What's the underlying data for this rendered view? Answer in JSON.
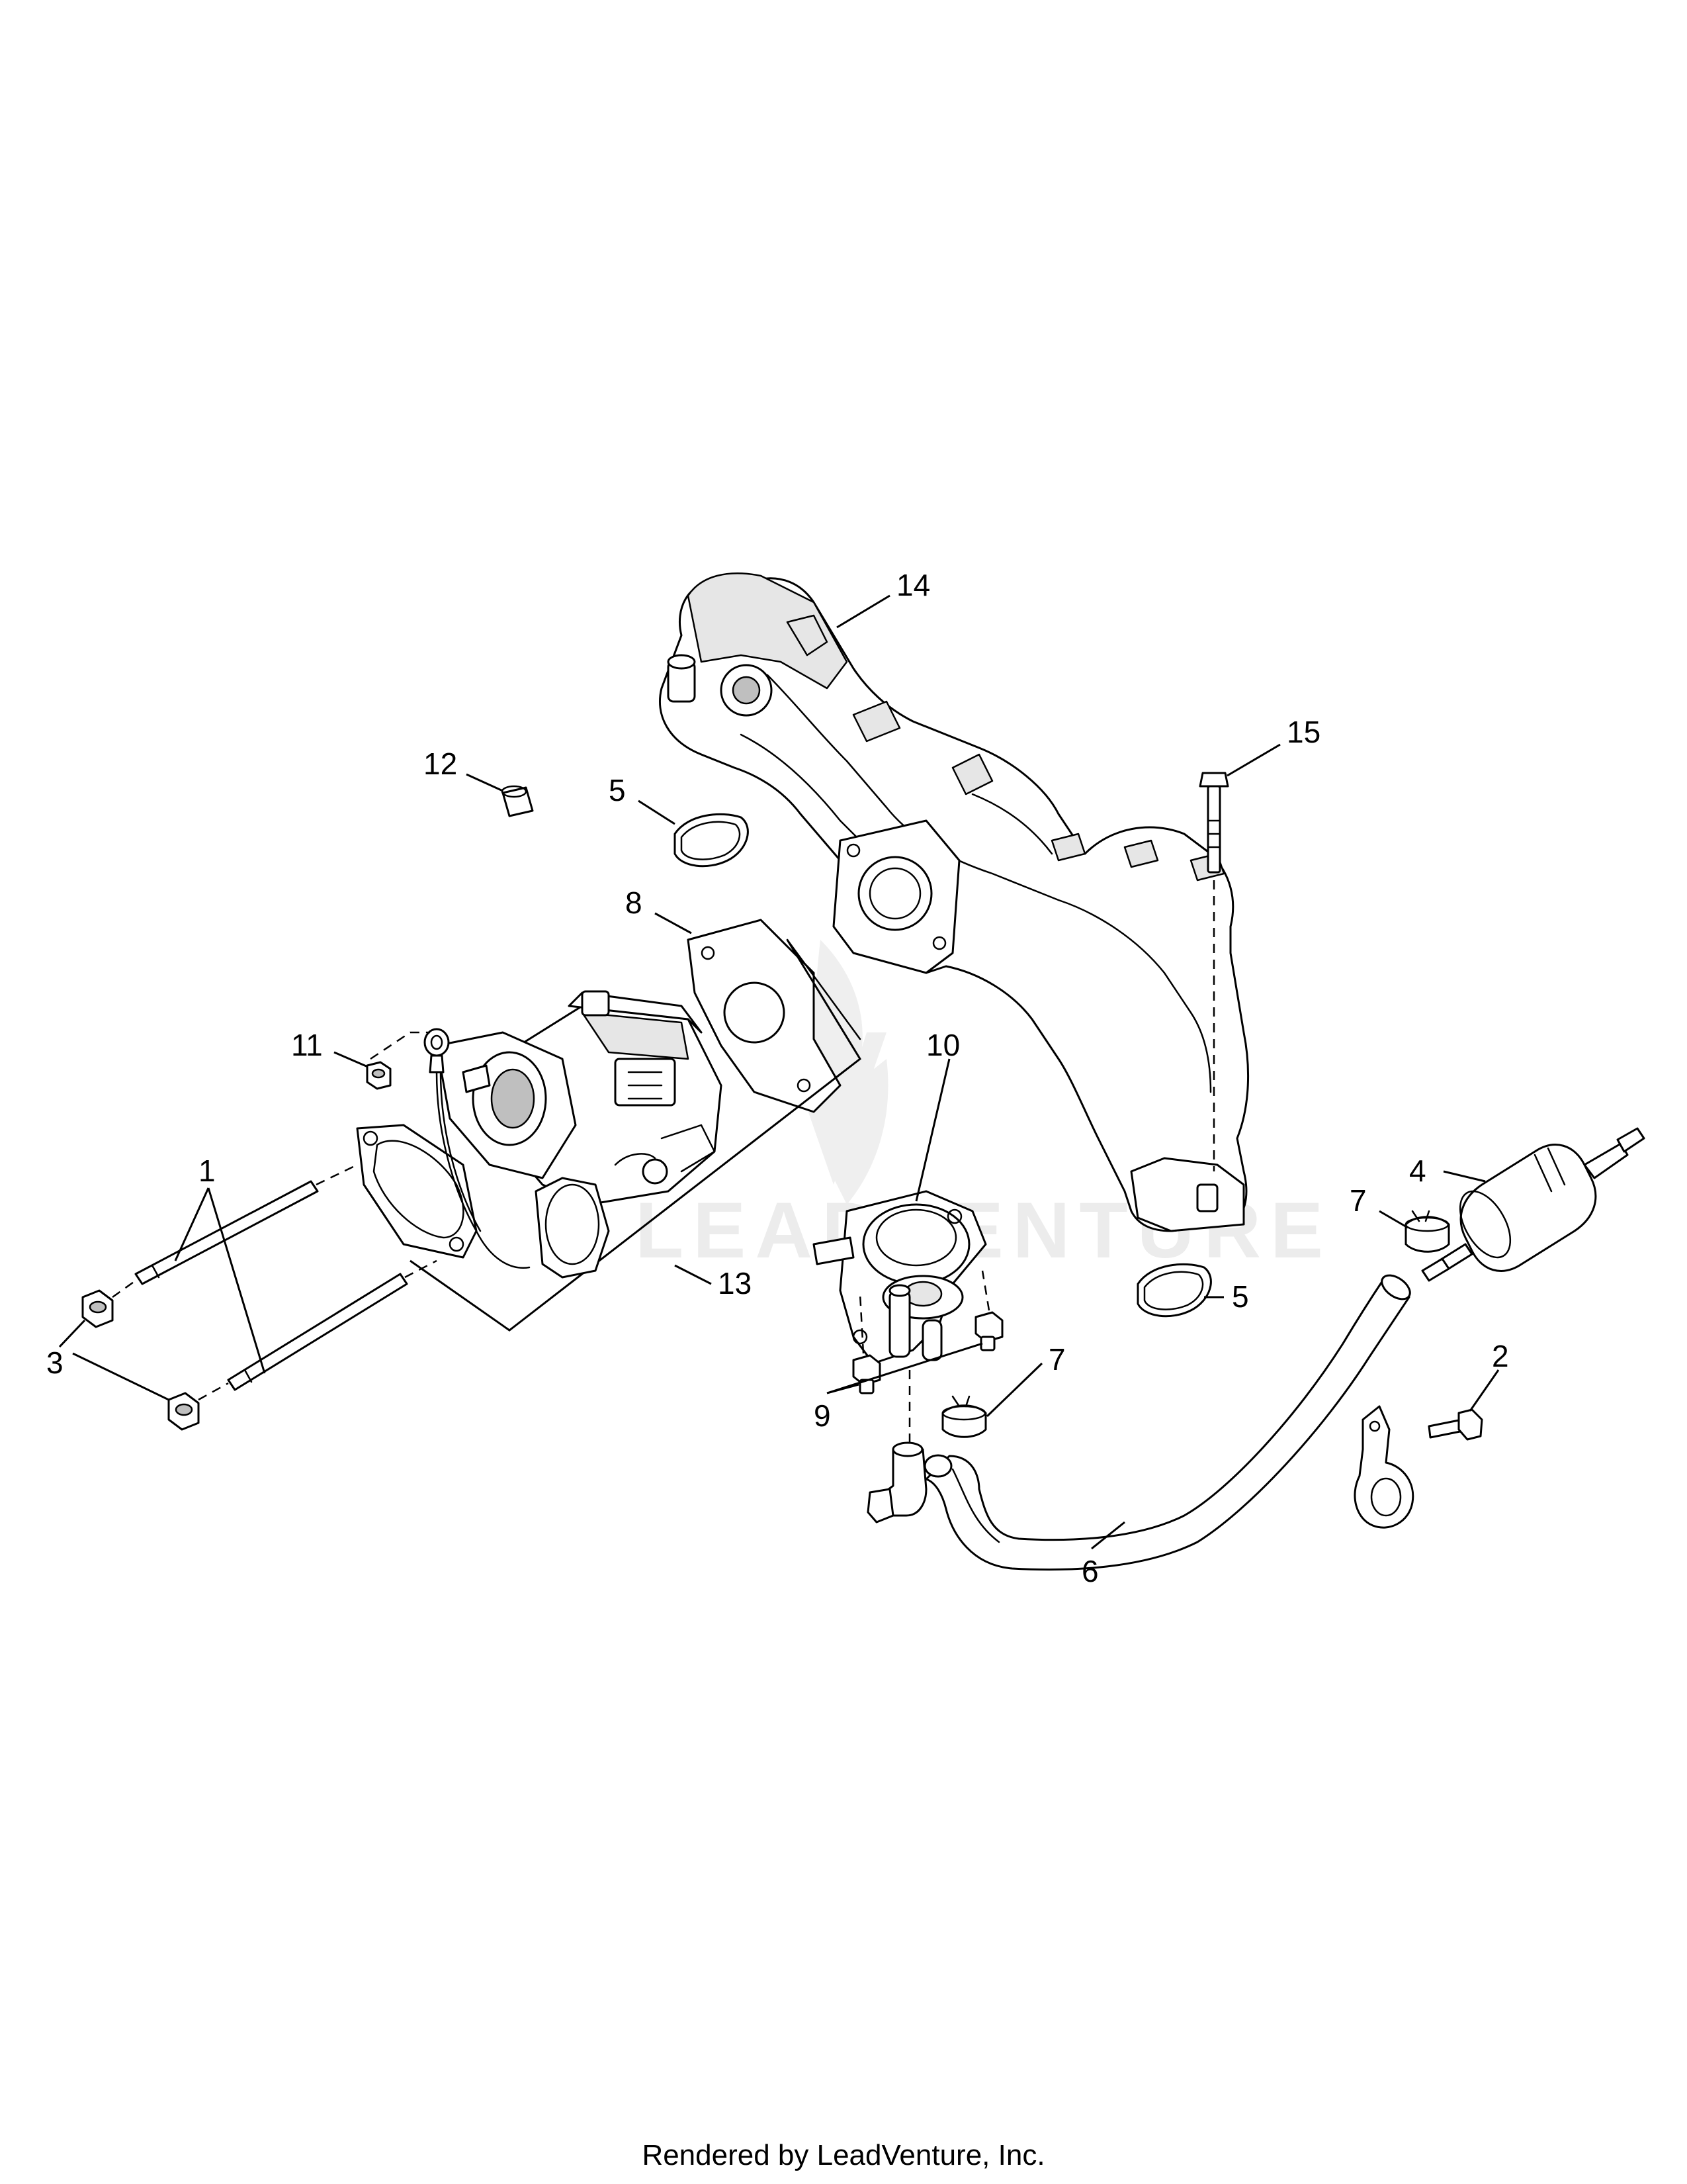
{
  "callouts": {
    "c1": "1",
    "c2": "2",
    "c3": "3",
    "c4": "4",
    "c5a": "5",
    "c5b": "5",
    "c6": "6",
    "c7a": "7",
    "c7b": "7",
    "c8": "8",
    "c9": "9",
    "c10": "10",
    "c11": "11",
    "c12": "12",
    "c13": "13",
    "c14": "14",
    "c15": "15"
  },
  "watermark": "LEADVENTURE",
  "footer": "Rendered by LeadVenture, Inc."
}
